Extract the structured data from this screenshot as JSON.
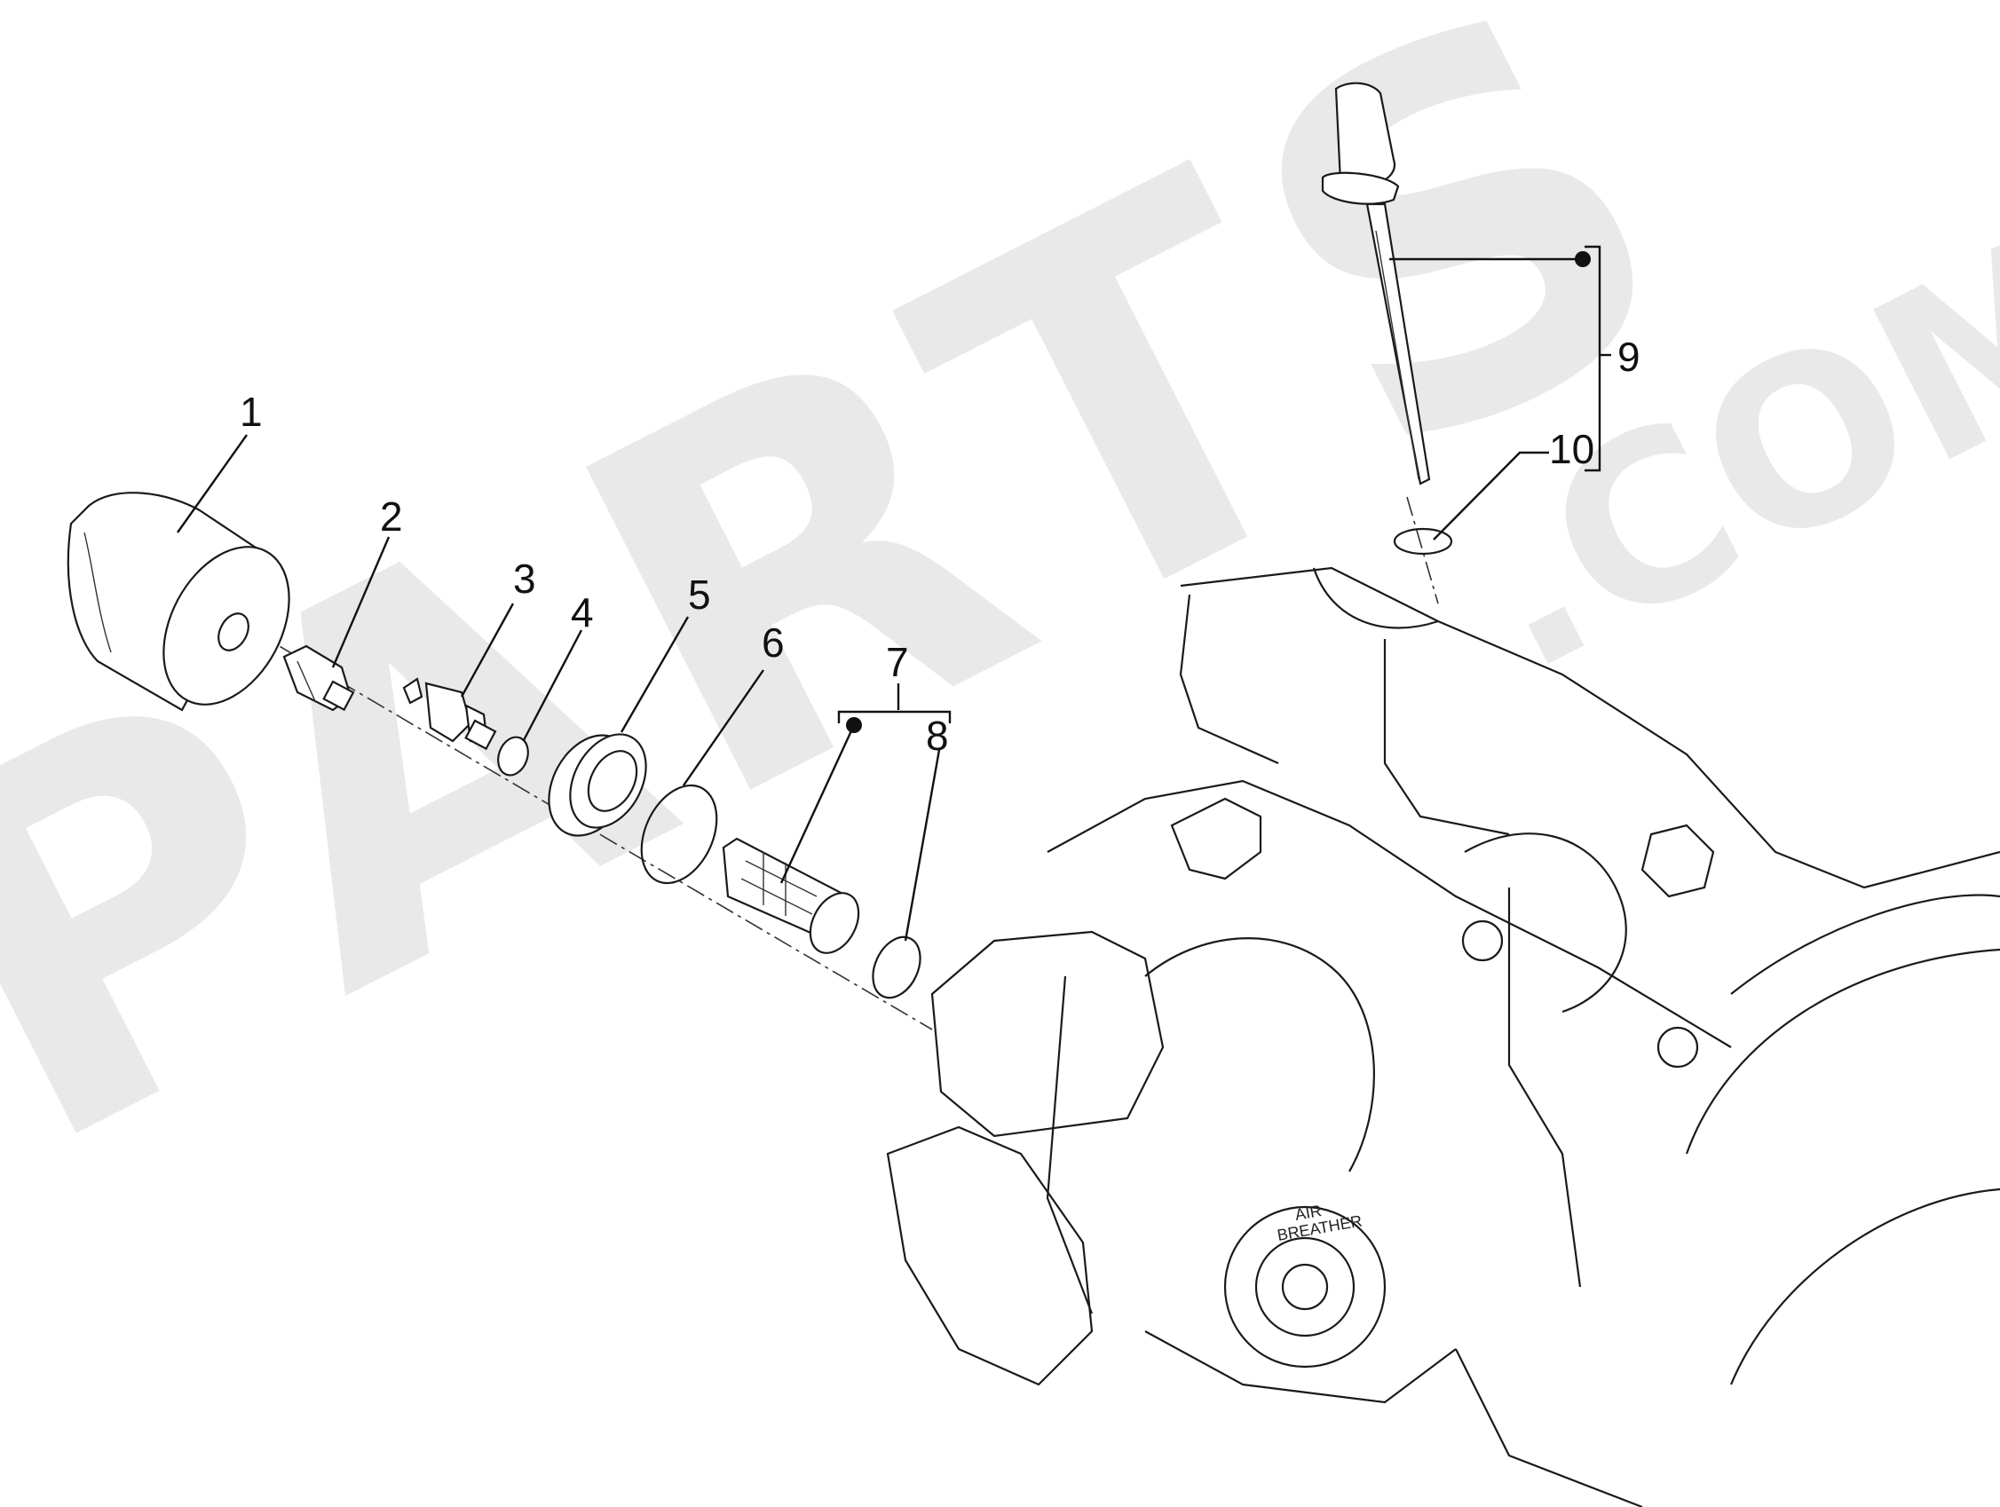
{
  "watermark": {
    "brand": "PARTS",
    "domain": ".COM"
  },
  "callouts": [
    {
      "id": "1",
      "label": "1"
    },
    {
      "id": "2",
      "label": "2"
    },
    {
      "id": "3",
      "label": "3"
    },
    {
      "id": "4",
      "label": "4"
    },
    {
      "id": "5",
      "label": "5"
    },
    {
      "id": "6",
      "label": "6"
    },
    {
      "id": "7",
      "label": "7"
    },
    {
      "id": "8",
      "label": "8"
    },
    {
      "id": "9",
      "label": "9"
    },
    {
      "id": "10",
      "label": "10"
    }
  ],
  "engine_labels": {
    "air_breather_line1": "AIR",
    "air_breather_line2": "BREATHER"
  }
}
